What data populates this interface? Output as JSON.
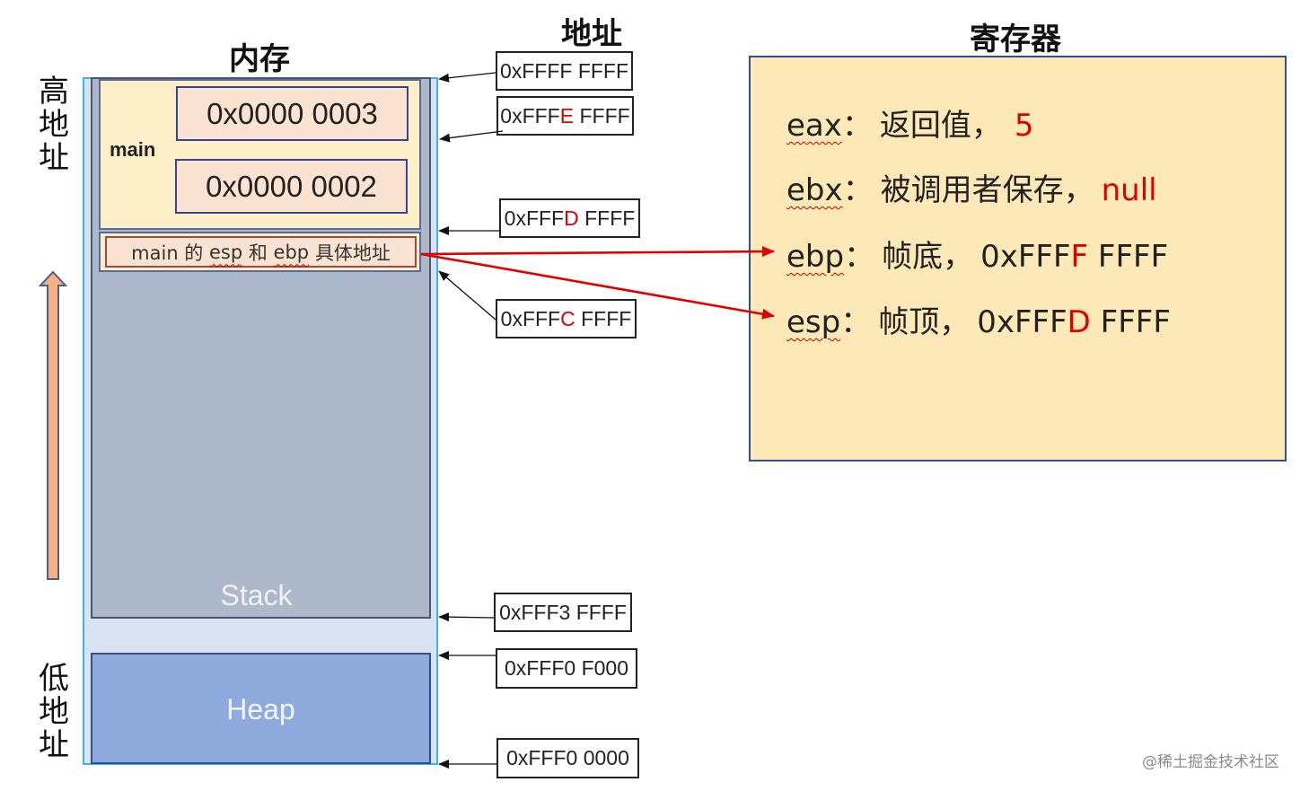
{
  "titles": {
    "memory": "内存",
    "address": "地址",
    "registers": "寄存器"
  },
  "side_labels": {
    "high": [
      "高",
      "地",
      "址"
    ],
    "low": [
      "低",
      "地",
      "址"
    ]
  },
  "memory": {
    "frame_label": "main",
    "value_top": "0x0000 0003",
    "value_bottom": "0x0000 0002",
    "saved_label": {
      "pre": "main 的 ",
      "esp": "esp",
      "mid": " 和 ",
      "ebp": "ebp",
      "post": " 具体地址"
    },
    "stack_label": "Stack",
    "heap_label": "Heap"
  },
  "addresses": [
    {
      "parts": [
        "0xFFFF FFFF"
      ]
    },
    {
      "parts": [
        "0xFFF",
        "E",
        " FFFF"
      ]
    },
    {
      "parts": [
        "0xFFF",
        "D",
        " FFFF"
      ]
    },
    {
      "parts": [
        "0xFFF",
        "C",
        " FFFF"
      ]
    },
    {
      "parts": [
        "0xFFF3 FFFF"
      ]
    },
    {
      "parts": [
        "0xFFF0 F000"
      ]
    },
    {
      "parts": [
        "0xFFF0 0000"
      ]
    }
  ],
  "registers": [
    {
      "name": "eax",
      "colon": "：",
      "desc": "返回值，",
      "value_plain": "",
      "value_red": "5",
      "value_tail": ""
    },
    {
      "name": "ebx",
      "colon": "：",
      "desc": "被调用者保存，",
      "value_plain": "",
      "value_red": "null",
      "value_tail": ""
    },
    {
      "name": "ebp",
      "colon": "：",
      "desc": "帧底，",
      "value_plain": "0xFFF",
      "value_red": "F",
      "value_tail": " FFFF"
    },
    {
      "name": "esp",
      "colon": "：",
      "desc": "帧顶，",
      "value_plain": "0xFFF",
      "value_red": "D",
      "value_tail": " FFFF"
    }
  ],
  "watermark": "@稀土掘金技术社区",
  "colors": {
    "frame_fill": "#fdf0c8",
    "value_fill": "#fbe3d2",
    "stack_fill": "#adb9ca",
    "heap_fill": "#8faadc",
    "memory_bg": "#dae3f3",
    "register_fill": "#fde9b8",
    "arrow_red": "#e00000",
    "up_arrow": "#f4b183"
  }
}
